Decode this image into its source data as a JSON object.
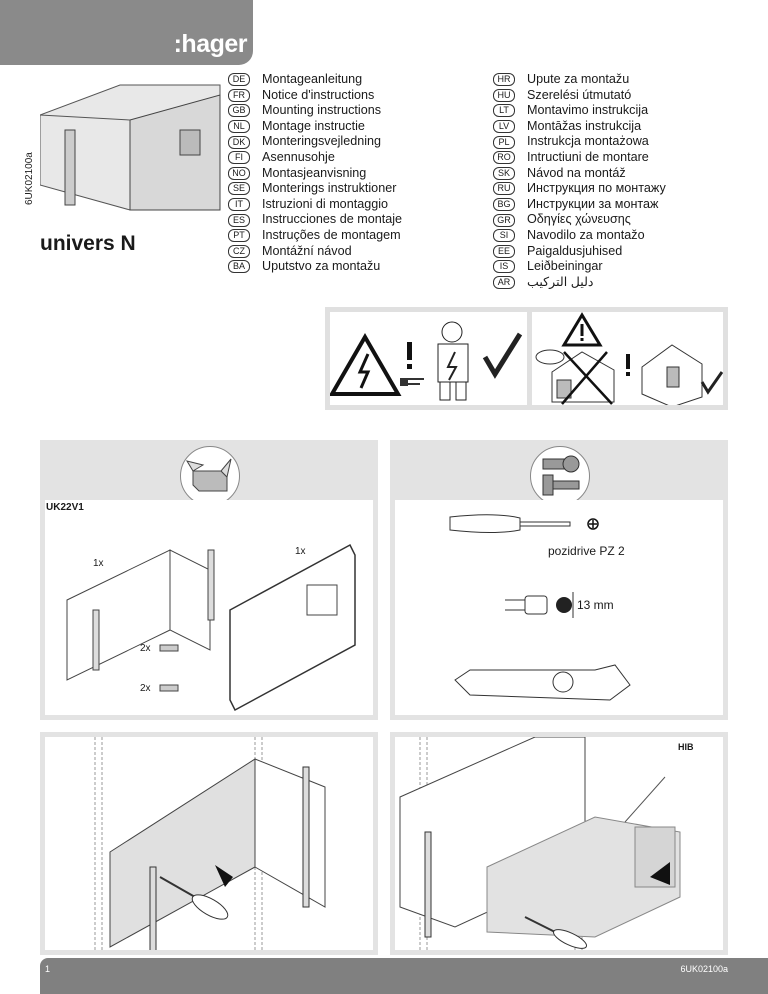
{
  "header": {
    "brand": ":hager",
    "doc_code_vertical": "6UK02100a",
    "product": "univers N"
  },
  "languages_left": [
    {
      "code": "DE",
      "label": "Montageanleitung"
    },
    {
      "code": "FR",
      "label": "Notice d'instructions"
    },
    {
      "code": "GB",
      "label": "Mounting instructions"
    },
    {
      "code": "NL",
      "label": "Montage instructie"
    },
    {
      "code": "DK",
      "label": "Monteringsvejledning"
    },
    {
      "code": "FI",
      "label": "Asennusohje"
    },
    {
      "code": "NO",
      "label": "Montasjeanvisning"
    },
    {
      "code": "SE",
      "label": "Monterings instruktioner"
    },
    {
      "code": "IT",
      "label": "Istruzioni di montaggio"
    },
    {
      "code": "ES",
      "label": "Instrucciones de montaje"
    },
    {
      "code": "PT",
      "label": "Instruções de montagem"
    },
    {
      "code": "CZ",
      "label": "Montážní návod"
    },
    {
      "code": "BA",
      "label": "Uputstvo za montažu"
    }
  ],
  "languages_right": [
    {
      "code": "HR",
      "label": "Upute za montažu"
    },
    {
      "code": "HU",
      "label": "Szerelési útmutató"
    },
    {
      "code": "LT",
      "label": "Montavimo instrukcija"
    },
    {
      "code": "LV",
      "label": "Montāžas instrukcija"
    },
    {
      "code": "PL",
      "label": "Instrukcja montażowa"
    },
    {
      "code": "RO",
      "label": "Intructiuni de montare"
    },
    {
      "code": "SK",
      "label": "Návod na montáž"
    },
    {
      "code": "RU",
      "label": "Инструкция по монтажу"
    },
    {
      "code": "BG",
      "label": "Инструкции за монтаж"
    },
    {
      "code": "GR",
      "label": "Οδηγίες χώνευσης"
    },
    {
      "code": "SI",
      "label": "Navodilo za montažo"
    },
    {
      "code": "EE",
      "label": "Paigaldusjuhised"
    },
    {
      "code": "IS",
      "label": "Leiðbeiningar"
    },
    {
      "code": "AR",
      "label": "دليل التركيب"
    }
  ],
  "contents": {
    "ref": "UK22V1",
    "qty_panel": "1x",
    "qty_cover": "1x",
    "qty_clip1": "2x",
    "qty_clip2": "2x"
  },
  "tools": {
    "screwdriver": "pozidrive PZ 2",
    "socket": "13 mm"
  },
  "step2": {
    "label": "HIB"
  },
  "footer": {
    "page": "1",
    "doc_code": "6UK02100a"
  }
}
